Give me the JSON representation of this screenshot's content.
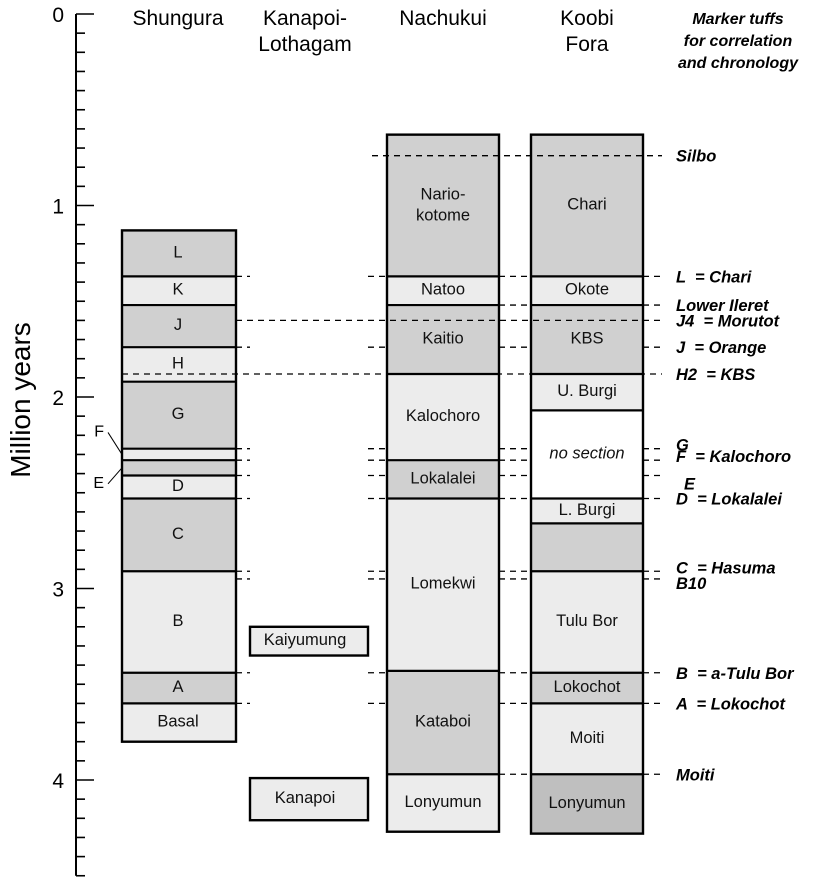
{
  "chart_data": {
    "type": "stratigraphic-correlation",
    "ylabel": "Million years",
    "ylim": [
      0,
      4.5
    ],
    "y_ticks": [
      "0",
      "1",
      "2",
      "3",
      "4"
    ],
    "columns": [
      {
        "header": [
          "Shungura"
        ],
        "units": [
          {
            "label": "L",
            "top": 1.13,
            "bottom": 1.37,
            "shade": "dark"
          },
          {
            "label": "K",
            "top": 1.37,
            "bottom": 1.52,
            "shade": "light"
          },
          {
            "label": "J",
            "top": 1.52,
            "bottom": 1.74,
            "shade": "dark"
          },
          {
            "label": "H",
            "top": 1.74,
            "bottom": 1.92,
            "shade": "light"
          },
          {
            "label": "G",
            "top": 1.92,
            "bottom": 2.27,
            "shade": "dark"
          },
          {
            "label": "",
            "top": 2.27,
            "bottom": 2.33,
            "shade": "light"
          },
          {
            "label": "",
            "top": 2.33,
            "bottom": 2.41,
            "shade": "dark"
          },
          {
            "label": "D",
            "top": 2.41,
            "bottom": 2.53,
            "shade": "light"
          },
          {
            "label": "C",
            "top": 2.53,
            "bottom": 2.91,
            "shade": "dark"
          },
          {
            "label": "B",
            "top": 2.91,
            "bottom": 3.44,
            "shade": "light"
          },
          {
            "label": "A",
            "top": 3.44,
            "bottom": 3.6,
            "shade": "dark"
          },
          {
            "label": "Basal",
            "top": 3.6,
            "bottom": 3.8,
            "shade": "light"
          }
        ],
        "callouts": [
          {
            "label": "F",
            "age": 2.3
          },
          {
            "label": "E",
            "age": 2.37
          }
        ]
      },
      {
        "header": [
          "Kanapoi-",
          "Lothagam"
        ],
        "units": [
          {
            "label": "Kaiyumung",
            "top": 3.2,
            "bottom": 3.35,
            "shade": "light"
          },
          {
            "label": "Kanapoi",
            "top": 3.99,
            "bottom": 4.21,
            "shade": "light"
          }
        ]
      },
      {
        "header": [
          "Nachukui"
        ],
        "units": [
          {
            "label": "Nario-\nkotome",
            "top": 0.63,
            "bottom": 1.37,
            "shade": "dark"
          },
          {
            "label": "Natoo",
            "top": 1.37,
            "bottom": 1.52,
            "shade": "light"
          },
          {
            "label": "Kaitio",
            "top": 1.52,
            "bottom": 1.88,
            "shade": "dark"
          },
          {
            "label": "Kalochoro",
            "top": 1.88,
            "bottom": 2.33,
            "shade": "light"
          },
          {
            "label": "Lokalalei",
            "top": 2.33,
            "bottom": 2.53,
            "shade": "dark"
          },
          {
            "label": "Lomekwi",
            "top": 2.53,
            "bottom": 3.43,
            "shade": "light"
          },
          {
            "label": "Kataboi",
            "top": 3.43,
            "bottom": 3.97,
            "shade": "dark"
          },
          {
            "label": "Lonyumun",
            "top": 3.97,
            "bottom": 4.27,
            "shade": "light"
          }
        ]
      },
      {
        "header": [
          "Koobi",
          "Fora"
        ],
        "units": [
          {
            "label": "Chari",
            "top": 0.63,
            "bottom": 1.37,
            "shade": "dark"
          },
          {
            "label": "Okote",
            "top": 1.37,
            "bottom": 1.52,
            "shade": "light"
          },
          {
            "label": "KBS",
            "top": 1.52,
            "bottom": 1.88,
            "shade": "dark"
          },
          {
            "label": "U. Burgi",
            "top": 1.88,
            "bottom": 2.07,
            "shade": "light"
          },
          {
            "label": "no section",
            "top": 2.07,
            "bottom": 2.53,
            "shade": "blank"
          },
          {
            "label": "L. Burgi",
            "top": 2.53,
            "bottom": 2.66,
            "shade": "light"
          },
          {
            "label": "",
            "top": 2.66,
            "bottom": 2.91,
            "shade": "dark"
          },
          {
            "label": "Tulu Bor",
            "top": 2.91,
            "bottom": 3.44,
            "shade": "light"
          },
          {
            "label": "Lokochot",
            "top": 3.44,
            "bottom": 3.6,
            "shade": "dark"
          },
          {
            "label": "Moiti",
            "top": 3.6,
            "bottom": 3.97,
            "shade": "light"
          },
          {
            "label": "Lonyumun",
            "top": 3.97,
            "bottom": 4.28,
            "shade": "darker"
          }
        ]
      }
    ],
    "tuffs_header": [
      "Marker tuffs",
      "for correlation",
      "and chronology"
    ],
    "tuffs": [
      {
        "label": "Silbo",
        "age": 0.74
      },
      {
        "label": "L  = Chari",
        "age": 1.37
      },
      {
        "label": "Lower Ileret",
        "age": 1.52
      },
      {
        "label": "J4  = Morutot",
        "age": 1.6
      },
      {
        "label": "J  = Orange",
        "age": 1.74
      },
      {
        "label": "H2  = KBS",
        "age": 1.88
      },
      {
        "label": "G",
        "age": 2.27
      },
      {
        "label": "F  = Kalochoro",
        "age": 2.33
      },
      {
        "label": "E",
        "age": 2.41
      },
      {
        "label": "D  = Lokalalei",
        "age": 2.53
      },
      {
        "label": "C  = Hasuma",
        "age": 2.91
      },
      {
        "label": "B10",
        "age": 2.95
      },
      {
        "label": "B  = a-Tulu Bor",
        "age": 3.44
      },
      {
        "label": "A  = Lokochot",
        "age": 3.6
      },
      {
        "label": "Moiti",
        "age": 3.97
      }
    ]
  },
  "colors": {
    "dark": "#d0d0d0",
    "light": "#ececec",
    "darker": "#bfbfbf",
    "blank": "#ffffff",
    "line": "#000000"
  }
}
